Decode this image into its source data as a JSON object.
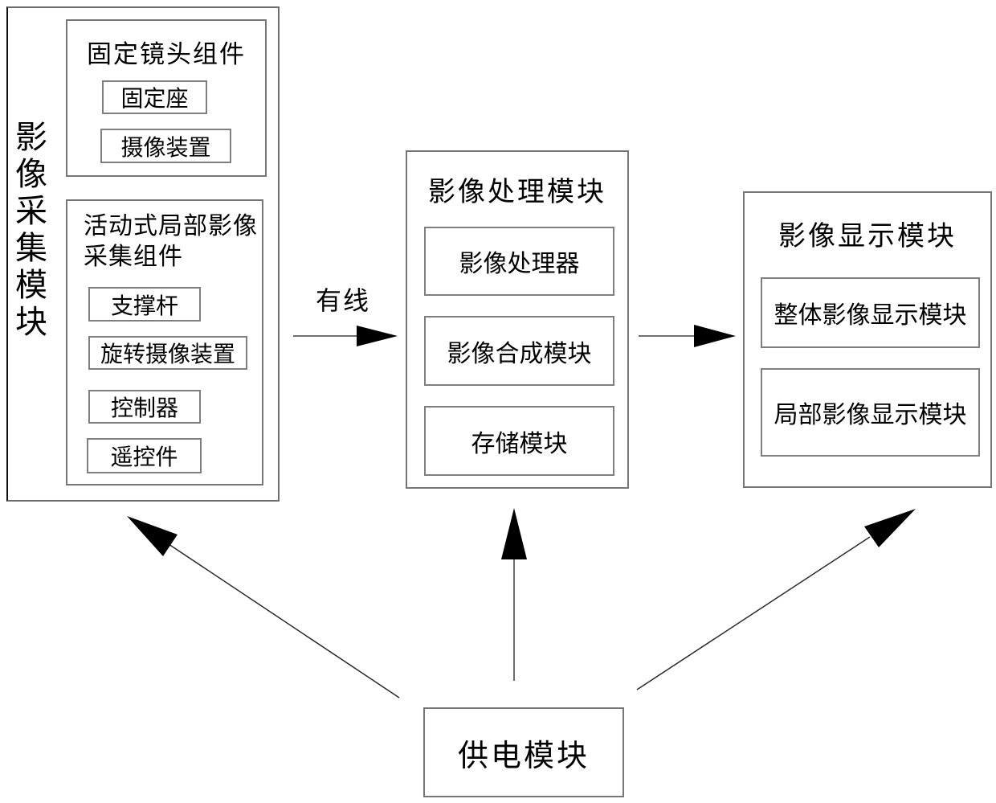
{
  "colors": {
    "background": "#ffffff",
    "box_border": "#767676",
    "outer_border": "#6e6e6e",
    "text": "#000000",
    "arrow_fill": "#000000",
    "connector_line": "#6f6f6f"
  },
  "capture_module": {
    "label": "影像采集模块",
    "fixed_lens_assembly": {
      "title": "固定镜头组件",
      "items": [
        "固定座",
        "摄像装置"
      ]
    },
    "movable_assembly": {
      "title": "活动式局部影像采集组件",
      "items": [
        "支撑杆",
        "旋转摄像装置",
        "控制器",
        "遥控件"
      ]
    }
  },
  "processing_module": {
    "title": "影像处理模块",
    "items": [
      "影像处理器",
      "影像合成模块",
      "存储模块"
    ]
  },
  "display_module": {
    "title": "影像显示模块",
    "items": [
      "整体影像显示模块",
      "局部影像显示模块"
    ]
  },
  "power_module": {
    "title": "供电模块"
  },
  "connections": {
    "wired_label": "有线"
  }
}
